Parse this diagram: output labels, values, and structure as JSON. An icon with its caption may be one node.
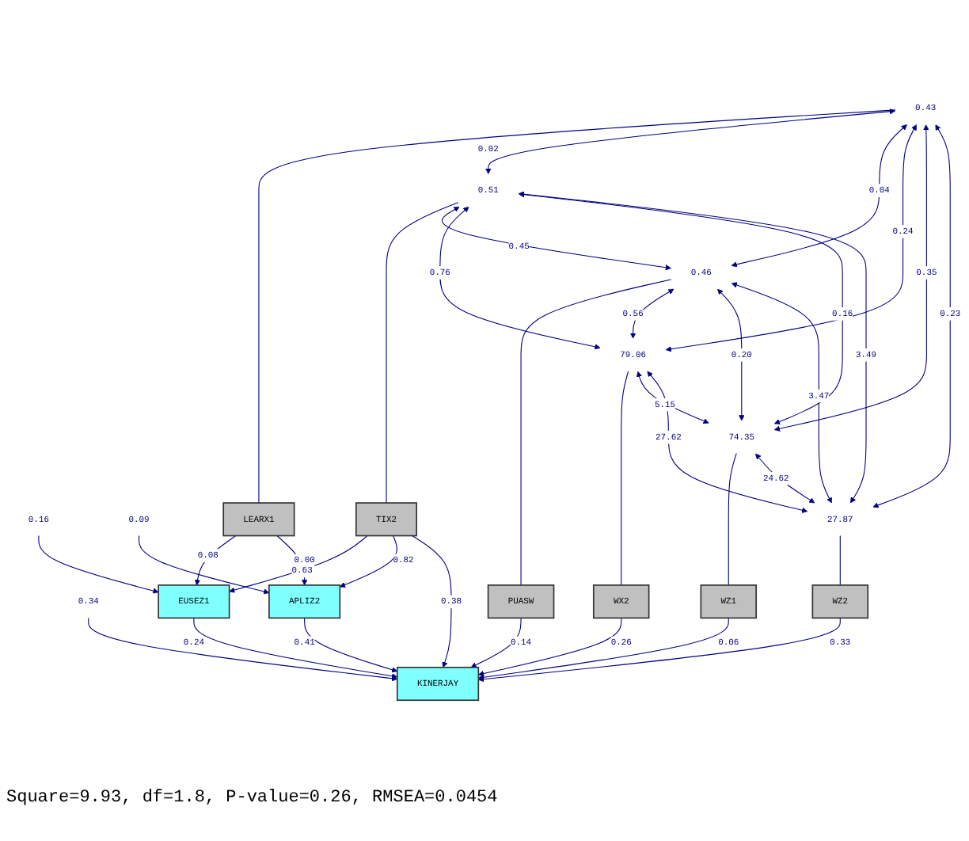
{
  "diagram": {
    "caption": "Square=9.93, df=1.8, P-value=0.26, RMSEA=0.0454",
    "nodes": [
      {
        "text": [
          "LEARX1"
        ]
      },
      {
        "text": [
          "TIX2"
        ]
      },
      {
        "text": [
          "PUASW"
        ]
      },
      {
        "text": [
          "WX2"
        ]
      },
      {
        "text": [
          "WZ1"
        ]
      },
      {
        "text": [
          "WZ2"
        ]
      },
      {
        "text": [
          "EUSEZ1"
        ]
      },
      {
        "text": [
          "APLIZ2"
        ]
      },
      {
        "text": [
          "KINERJAY"
        ]
      },
      {
        "text": [
          "0.43"
        ]
      },
      {
        "text": [
          "0.51"
        ]
      },
      {
        "text": [
          "0.46"
        ]
      },
      {
        "text": [
          "79.06"
        ]
      },
      {
        "text": [
          "74.35"
        ]
      },
      {
        "text": [
          "27.87"
        ]
      },
      {
        "text": [
          "0.16"
        ]
      },
      {
        "text": [
          "0.09"
        ]
      },
      {
        "text": [
          "0.34"
        ]
      }
    ],
    "edges": [
      {
        "from": 9,
        "to": 0,
        "arrow": "none"
      },
      {
        "from": 10,
        "to": 1,
        "arrow": "none"
      },
      {
        "from": 11,
        "to": 2,
        "arrow": "none"
      },
      {
        "from": 12,
        "to": 3,
        "arrow": "none"
      },
      {
        "from": 13,
        "to": 4,
        "arrow": "none"
      },
      {
        "from": 14,
        "to": 5,
        "arrow": "none"
      },
      {
        "from": 9,
        "to": 10,
        "label": "0.02",
        "arrow": "both"
      },
      {
        "from": 9,
        "to": 11,
        "label": "0.04",
        "arrow": "both"
      },
      {
        "from": 9,
        "to": 12,
        "label": "0.24",
        "arrow": "both"
      },
      {
        "from": 10,
        "to": 11,
        "label": "0.45",
        "arrow": "both"
      },
      {
        "from": 9,
        "to": 13,
        "label": "0.35",
        "arrow": "both"
      },
      {
        "from": 10,
        "to": 12,
        "label": "0.76",
        "arrow": "both"
      },
      {
        "from": 9,
        "to": 14,
        "label": "0.23",
        "arrow": "both"
      },
      {
        "from": 10,
        "to": 13,
        "label": "0.16",
        "arrow": "both"
      },
      {
        "from": 11,
        "to": 12,
        "label": "0.56",
        "arrow": "both"
      },
      {
        "from": 10,
        "to": 14,
        "label": "3.49",
        "arrow": "both"
      },
      {
        "from": 11,
        "to": 13,
        "label": "0.20",
        "arrow": "both"
      },
      {
        "from": 11,
        "to": 14,
        "label": "3.47",
        "arrow": "both"
      },
      {
        "from": 12,
        "to": 13,
        "label": "5.15",
        "arrow": "both"
      },
      {
        "from": 12,
        "to": 14,
        "label": "27.62",
        "arrow": "both"
      },
      {
        "from": 13,
        "to": 14,
        "label": "24.62",
        "arrow": "both"
      },
      {
        "from": 0,
        "to": 6,
        "label": "0.08",
        "arrow": "to"
      },
      {
        "from": 1,
        "to": 6,
        "label": "0.63",
        "arrow": "to"
      },
      {
        "from": 0,
        "to": 7,
        "label": "0.00",
        "arrow": "to"
      },
      {
        "from": 1,
        "to": 7,
        "label": "0.82",
        "arrow": "to"
      },
      {
        "from": 1,
        "to": 8,
        "label": "0.38",
        "arrow": "to"
      },
      {
        "from": 2,
        "to": 8,
        "label": "0.14",
        "arrow": "to"
      },
      {
        "from": 3,
        "to": 8,
        "label": "0.26",
        "arrow": "to"
      },
      {
        "from": 4,
        "to": 8,
        "label": "0.06",
        "arrow": "to"
      },
      {
        "from": 5,
        "to": 8,
        "label": "0.33",
        "arrow": "to"
      },
      {
        "from": 7,
        "to": 8,
        "label": "0.41",
        "arrow": "to"
      },
      {
        "from": 6,
        "to": 8,
        "label": "0.24",
        "arrow": "to"
      },
      {
        "from": 15,
        "to": 6,
        "arrow": "to"
      },
      {
        "from": 16,
        "to": 7,
        "arrow": "to"
      },
      {
        "from": 17,
        "to": 8,
        "arrow": "to"
      }
    ]
  }
}
